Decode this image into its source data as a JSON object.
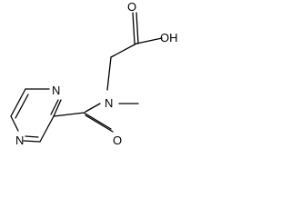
{
  "molecule": {
    "atoms": {
      "carbonyl_oxygen_acid": "O",
      "hydroxyl": "OH",
      "amide_nitrogen": "N",
      "pyrazine_nitrogen_top": "N",
      "pyrazine_nitrogen_bottom": "N",
      "amide_oxygen": "O"
    }
  },
  "colors": {
    "bond": "#000000",
    "label": "#000000",
    "background": "#ffffff"
  }
}
